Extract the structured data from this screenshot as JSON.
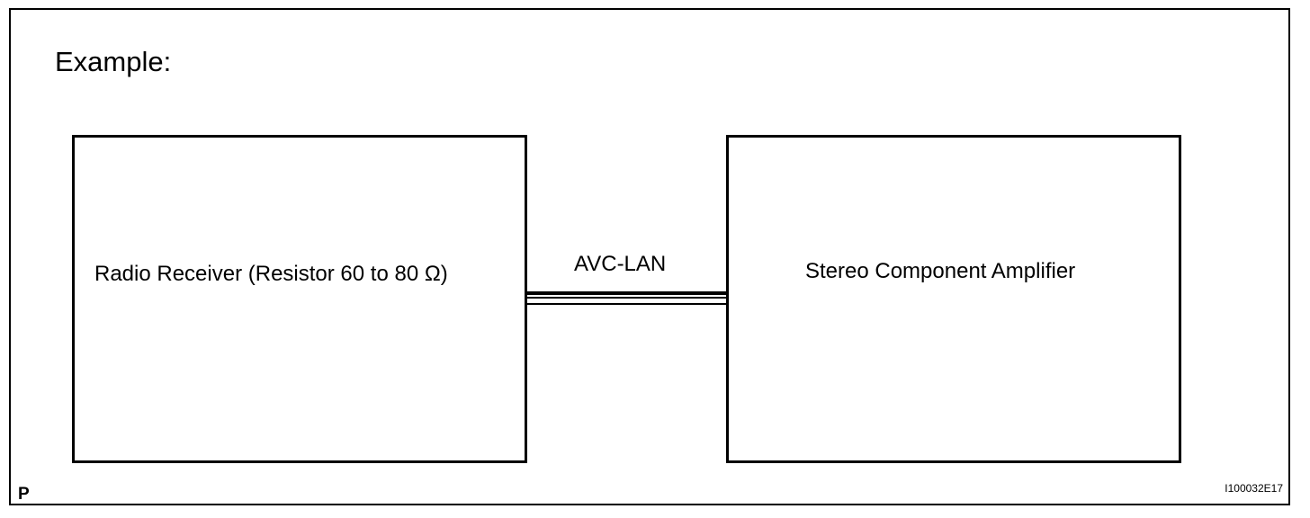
{
  "diagram": {
    "heading": "Example:",
    "left_block": {
      "label": "Radio Receiver (Resistor 60 to 80 Ω)"
    },
    "right_block": {
      "label": "Stereo Component Amplifier"
    },
    "connection": {
      "label": "AVC-LAN"
    },
    "corner_mark": "P",
    "reference_code": "I100032E17"
  }
}
